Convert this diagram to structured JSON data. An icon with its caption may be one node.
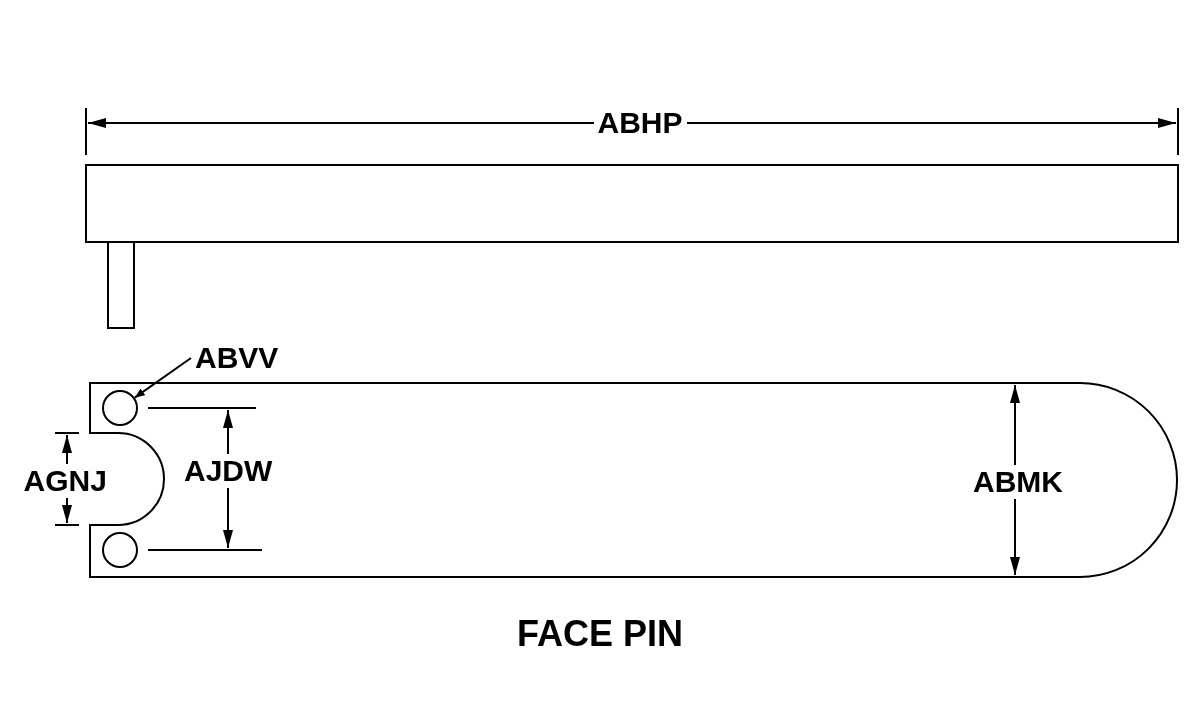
{
  "diagram": {
    "caption": "FACE PIN",
    "nodes": [
      {
        "text": [
          "ABVV"
        ]
      },
      {
        "text": [],
        "shape": "circle"
      }
    ],
    "edges": [
      {
        "from": 0,
        "to": 1,
        "arrow": "to"
      }
    ],
    "labels": [
      "ABHP",
      "AGNJ",
      "AJDW",
      "ABMK"
    ]
  }
}
